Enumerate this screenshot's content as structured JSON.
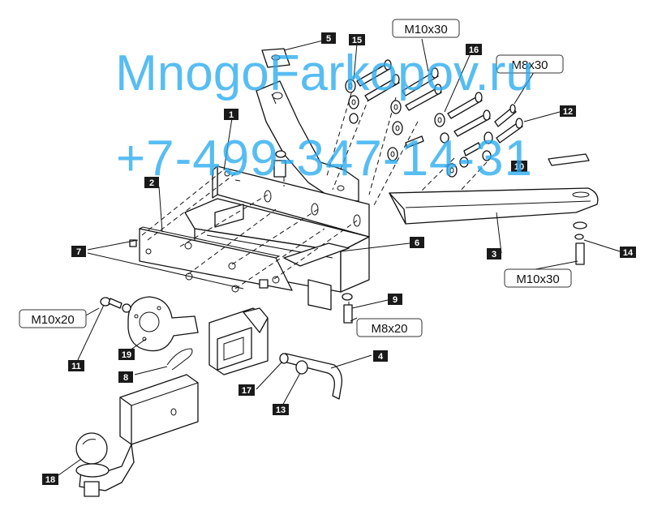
{
  "watermark": {
    "line1": "MnogoFarkopov.ru",
    "line2": "+7-499-347-14-31"
  },
  "callouts": [
    "1",
    "2",
    "3",
    "4",
    "5",
    "6",
    "7",
    "8",
    "9",
    "10",
    "11",
    "12",
    "13",
    "14",
    "15",
    "16",
    "17",
    "18",
    "19"
  ],
  "size_labels": {
    "m10x30_top": "M10x30",
    "m8x30": "M8x30",
    "m10x30_right": "M10x30",
    "m8x20": "M8x20",
    "m10x20": "M10x20"
  }
}
